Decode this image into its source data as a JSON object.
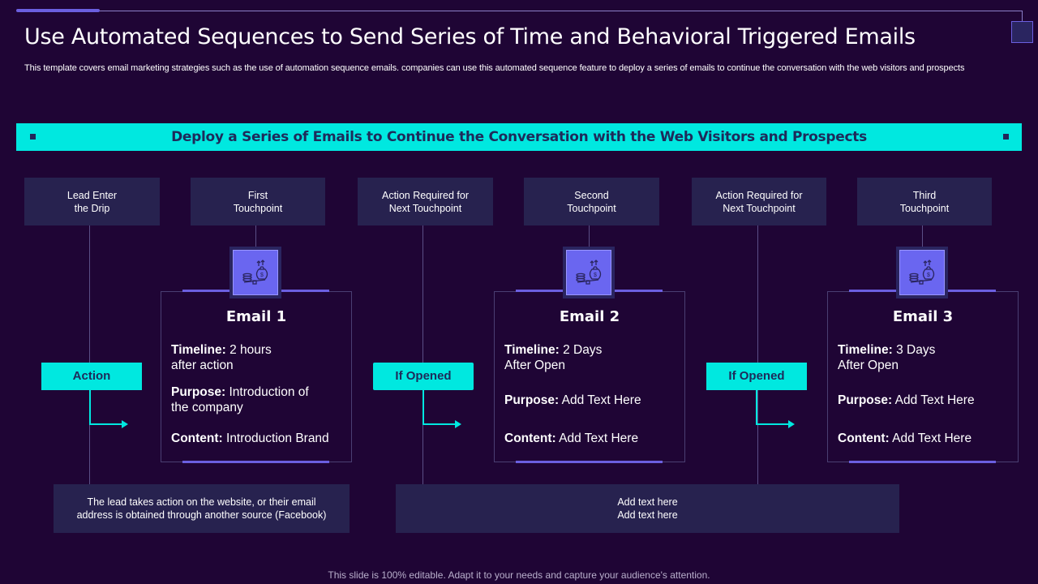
{
  "header": {
    "title": "Use Automated Sequences to Send Series of Time and Behavioral Triggered Emails",
    "subtitle": "This template covers email marketing strategies such as the use of automation sequence emails. companies can use this automated sequence feature to deploy a series of  emails to continue the conversation with the web visitors and prospects"
  },
  "banner": {
    "text": "Deploy a Series of  Emails to Continue the Conversation with the Web Visitors and Prospects"
  },
  "stages": [
    {
      "line1": "Lead Enter",
      "line2": "the Drip"
    },
    {
      "line1": "First",
      "line2": "Touchpoint"
    },
    {
      "line1": "Action Required  for",
      "line2": "Next Touchpoint"
    },
    {
      "line1": "Second",
      "line2": "Touchpoint"
    },
    {
      "line1": "Action Required  for",
      "line2": "Next Touchpoint"
    },
    {
      "line1": "Third",
      "line2": "Touchpoint"
    }
  ],
  "triggers": [
    {
      "label": "Action"
    },
    {
      "label": "If Opened"
    },
    {
      "label": "If Opened"
    }
  ],
  "emails": [
    {
      "title": "Email 1",
      "icon": "money-bag-scale-icon",
      "timeline_label": "Timeline:",
      "timeline_value": " 2 hours",
      "timeline_value2": "after action",
      "purpose_label": "Purpose:",
      "purpose_value": " Introduction  of",
      "purpose_value2": "the company",
      "content_label": "Content:",
      "content_value": " Introduction  Brand"
    },
    {
      "title": "Email 2",
      "icon": "money-bag-scale-icon",
      "timeline_label": "Timeline:",
      "timeline_value": " 2 Days",
      "timeline_value2": "After Open",
      "purpose_label": "Purpose:",
      "purpose_value": " Add Text Here",
      "content_label": "Content:",
      "content_value": " Add Text Here"
    },
    {
      "title": "Email 3",
      "icon": "money-bag-scale-icon",
      "timeline_label": "Timeline:",
      "timeline_value": " 3 Days",
      "timeline_value2": "After Open",
      "purpose_label": "Purpose:",
      "purpose_value": " Add Text Here",
      "content_label": "Content:",
      "content_value": " Add Text Here"
    }
  ],
  "notes": [
    {
      "line1": "The lead takes action on the website, or their email",
      "line2": "address is obtained through another source (Facebook)"
    },
    {
      "line1": "Add text here",
      "line2": "Add text here"
    }
  ],
  "footer": {
    "text": "This slide is 100% editable. Adapt it to your needs and capture your audience's attention."
  },
  "colors": {
    "background": "#1f0535",
    "accent_cyan": "#00e8e0",
    "accent_purple": "#6b5fe0",
    "box_fill": "#27224f",
    "banner_text": "#1e2a5a"
  }
}
